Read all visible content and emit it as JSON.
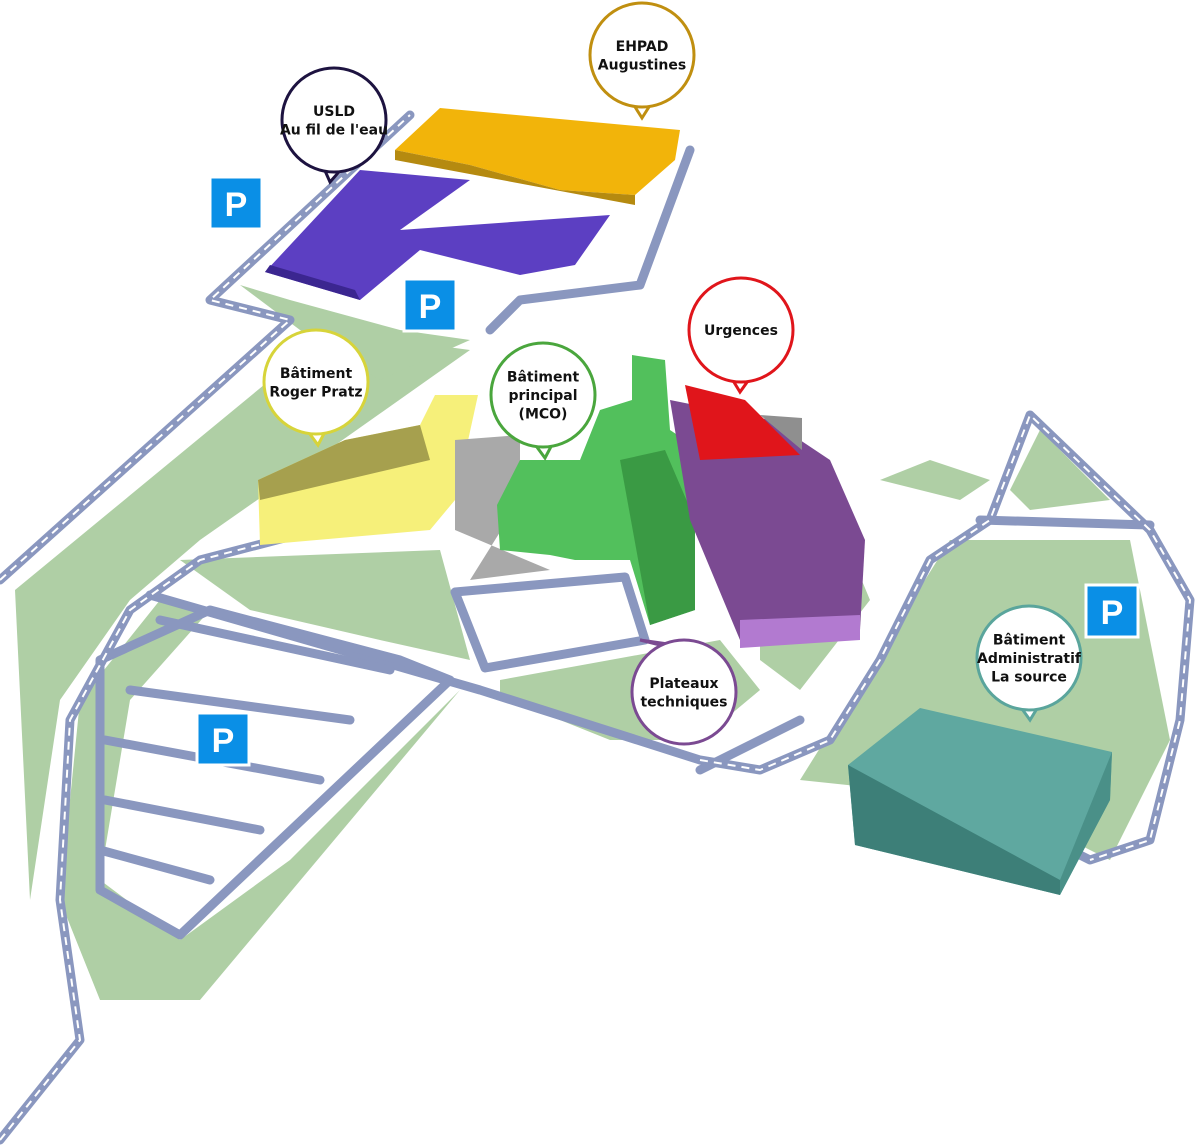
{
  "map": {
    "parking_label": "P",
    "buildings": [
      {
        "id": "ehpad",
        "lines": [
          "EHPAD",
          "Augustines"
        ],
        "color": "#c08f10"
      },
      {
        "id": "usld",
        "lines": [
          "USLD",
          "Au fil de l'eau"
        ],
        "color": "#1d1340"
      },
      {
        "id": "pratz",
        "lines": [
          "Bâtiment",
          "Roger Pratz"
        ],
        "color": "#d7d43a"
      },
      {
        "id": "mco",
        "lines": [
          "Bâtiment",
          "principal",
          "(MCO)"
        ],
        "color": "#4aa63d"
      },
      {
        "id": "urgences",
        "lines": [
          "Urgences"
        ],
        "color": "#e0151b"
      },
      {
        "id": "plateaux",
        "lines": [
          "Plateaux",
          "techniques"
        ],
        "color": "#7b4a92"
      },
      {
        "id": "admin",
        "lines": [
          "Bâtiment",
          "Administratif",
          "La source"
        ],
        "color": "#5aa59c"
      }
    ]
  }
}
